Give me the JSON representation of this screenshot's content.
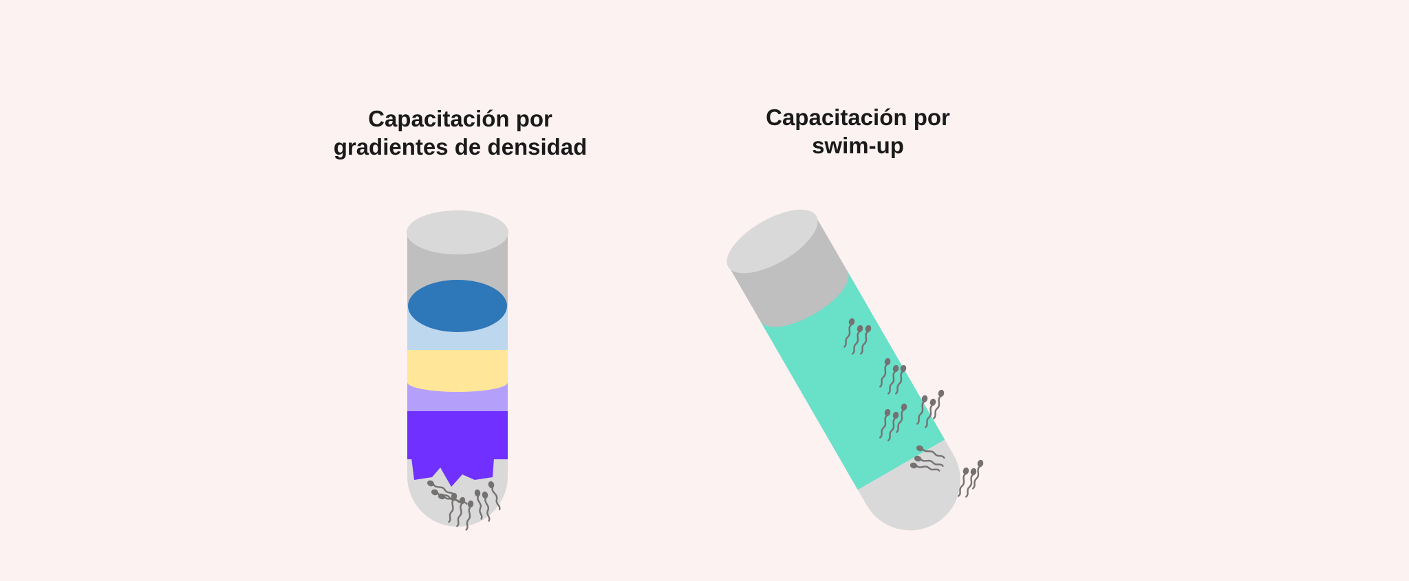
{
  "panels": {
    "density_gradient": {
      "title_line1": "Capacitación por",
      "title_line2": "gradientes de densidad"
    },
    "swim_up": {
      "title_line1": "Capacitación por",
      "title_line2": "swim-up"
    }
  },
  "colors": {
    "background": "#fcf2f1",
    "tube_rim": "#d9d9d9",
    "tube_body": "#bfbfbf",
    "layer_dark_blue": "#2e77b8",
    "layer_light_blue": "#bdd7ee",
    "layer_yellow": "#ffe699",
    "layer_lavender": "#b4a0fb",
    "layer_violet": "#7030ff",
    "swim_up_medium": "#69e0c8",
    "sperm": "#767171"
  },
  "icons": {
    "sperm_cell": "sperm-icon",
    "tube": "test-tube-icon"
  }
}
